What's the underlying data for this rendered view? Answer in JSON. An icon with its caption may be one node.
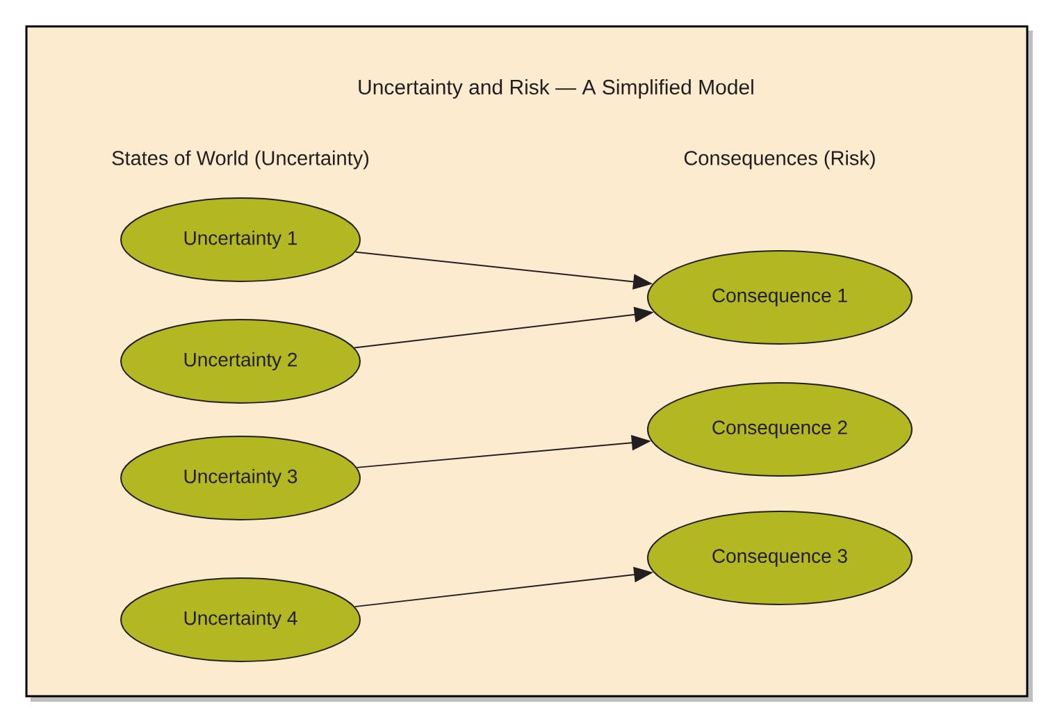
{
  "diagram": {
    "title": "Uncertainty and Risk — A Simplified Model",
    "nodes": [
      {
        "text": [
          "Uncertainty 1"
        ]
      },
      {
        "text": [
          "Uncertainty 2"
        ]
      },
      {
        "text": [
          "Uncertainty 3"
        ]
      },
      {
        "text": [
          "Uncertainty 4"
        ]
      },
      {
        "text": [
          "Consequence 1"
        ]
      },
      {
        "text": [
          "Consequence 2"
        ]
      },
      {
        "text": [
          "Consequence 3"
        ]
      }
    ],
    "edges": [
      {
        "from": 0,
        "to": 4,
        "arrow": "to"
      },
      {
        "from": 1,
        "to": 4,
        "arrow": "to"
      },
      {
        "from": 2,
        "to": 5,
        "arrow": "to"
      },
      {
        "from": 3,
        "to": 6,
        "arrow": "to"
      }
    ],
    "labels": [
      "States of World (Uncertainty)",
      "Consequences (Risk)"
    ]
  }
}
